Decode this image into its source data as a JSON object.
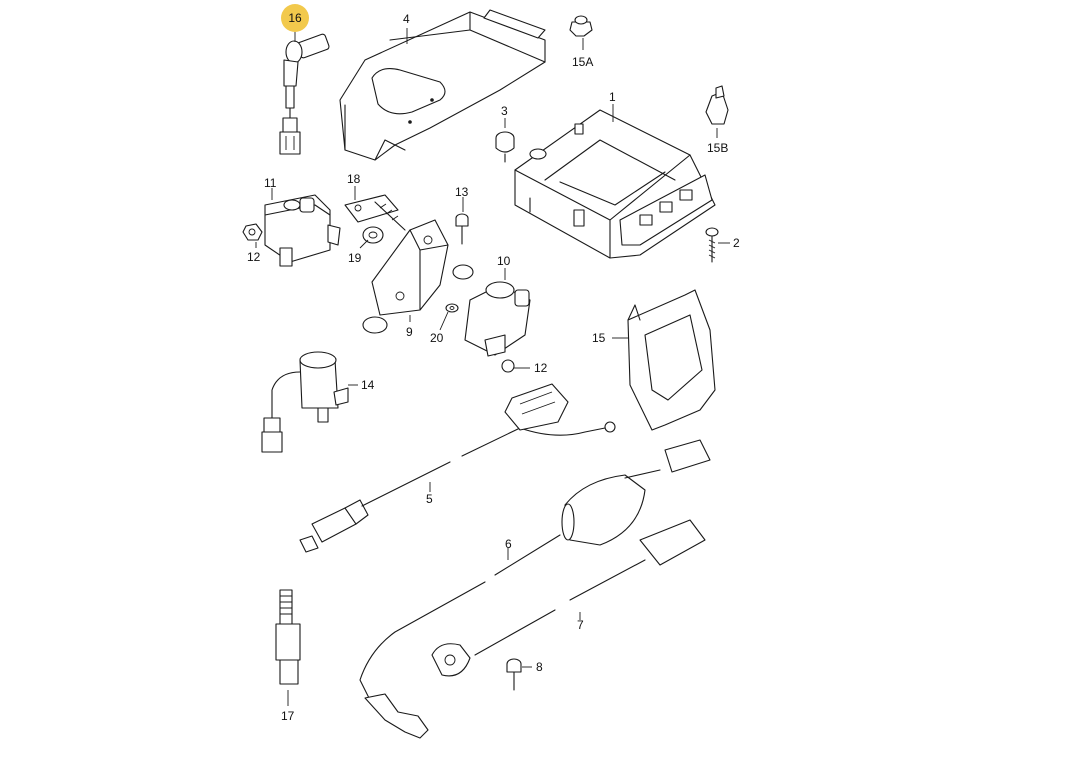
{
  "diagram": {
    "highlight_color": "#f2c94c",
    "callouts": [
      {
        "id": "16",
        "label": "16",
        "highlighted": true
      },
      {
        "id": "4",
        "label": "4"
      },
      {
        "id": "15A",
        "label": "15A"
      },
      {
        "id": "1",
        "label": "1"
      },
      {
        "id": "3",
        "label": "3"
      },
      {
        "id": "15B",
        "label": "15B"
      },
      {
        "id": "18",
        "label": "18"
      },
      {
        "id": "11",
        "label": "11"
      },
      {
        "id": "13",
        "label": "13"
      },
      {
        "id": "12a",
        "label": "12"
      },
      {
        "id": "19",
        "label": "19"
      },
      {
        "id": "10",
        "label": "10"
      },
      {
        "id": "2",
        "label": "2"
      },
      {
        "id": "9",
        "label": "9"
      },
      {
        "id": "20",
        "label": "20"
      },
      {
        "id": "15",
        "label": "15"
      },
      {
        "id": "12b",
        "label": "12"
      },
      {
        "id": "14",
        "label": "14"
      },
      {
        "id": "5",
        "label": "5"
      },
      {
        "id": "6",
        "label": "6"
      },
      {
        "id": "7",
        "label": "7"
      },
      {
        "id": "8",
        "label": "8"
      },
      {
        "id": "17",
        "label": "17"
      }
    ]
  }
}
